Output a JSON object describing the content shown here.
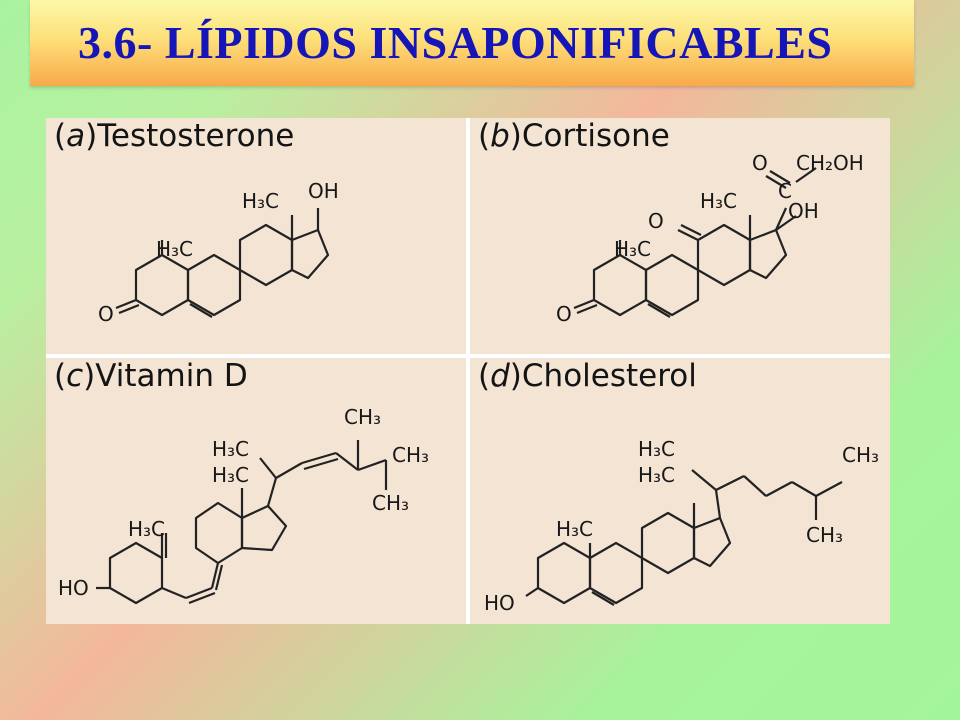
{
  "title": "3.6- LÍPIDOS INSAPONIFICABLES",
  "panels": [
    {
      "letter": "a",
      "name": "Testosterone"
    },
    {
      "letter": "b",
      "name": "Cortisone"
    },
    {
      "letter": "c",
      "name": "Vitamin D"
    },
    {
      "letter": "d",
      "name": "Cholesterol"
    }
  ],
  "labels": {
    "h3c": "H₃C",
    "ch3": "CH₃",
    "ch2oh": "CH₂OH",
    "oh": "OH",
    "ho": "HO",
    "o": "O",
    "c": "C"
  },
  "colors": {
    "title_text": "#1515b8",
    "panel_bg": "#f3e4d4",
    "title_bg_top": "#fbf9a8",
    "title_bg_bottom": "#f9a94a"
  }
}
